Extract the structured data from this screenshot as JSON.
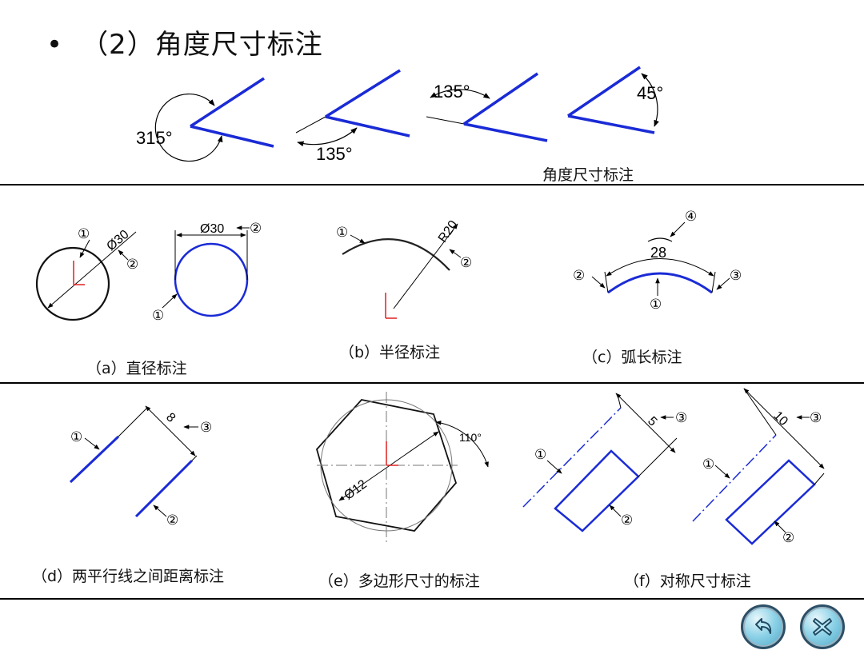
{
  "header": {
    "bullet": "•",
    "title": "（2）角度尺寸标注"
  },
  "angle_examples": {
    "caption": "角度尺寸标注",
    "labels": [
      "315°",
      "135°",
      "135°",
      "45°"
    ]
  },
  "row2": {
    "a": {
      "caption": "（a）直径标注",
      "dim1": "Ø30",
      "dim2": "Ø30",
      "callouts": [
        "①",
        "②",
        "①",
        "②"
      ]
    },
    "b": {
      "caption": "（b）半径标注",
      "dim": "R20",
      "callouts": [
        "①",
        "②"
      ]
    },
    "c": {
      "caption": "（c）弧长标注",
      "dim": "28",
      "callouts": [
        "④",
        "②",
        "③",
        "①"
      ]
    }
  },
  "row3": {
    "d": {
      "caption": "（d）两平行线之间距离标注",
      "dim": "8",
      "callouts": [
        "①",
        "③",
        "②"
      ]
    },
    "e": {
      "caption": "（e）多边形尺寸的标注",
      "dim_angle": "110°",
      "dim_dia": "Ø12"
    },
    "f": {
      "caption": "（f）对称尺寸标注",
      "dim1": "5",
      "dim2": "10",
      "callouts": [
        "①",
        "③",
        "②",
        "①",
        "③",
        "②"
      ]
    }
  },
  "nav": {
    "back_icon": "back-arrow-icon",
    "close_icon": "close-x-icon"
  },
  "colors": {
    "blue": "#1a2bd6",
    "red": "#e02020",
    "rule": "#000000"
  }
}
